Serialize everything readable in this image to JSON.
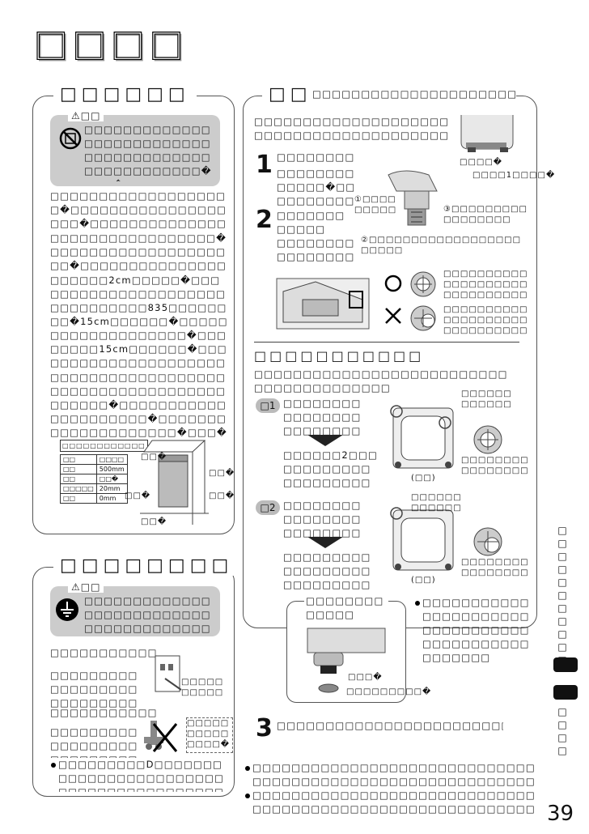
{
  "page": {
    "title": "□□□□",
    "page_number": "39"
  },
  "left_top": {
    "title": "□□□□□□",
    "warning_label": "⚠□□",
    "warning_text": "□□□□□□□□□□□□□□□□□□□□□□□□□□□□□□□□□□□□□□□□□□□□□□□□□□□�□□□�",
    "bullets": [
      "□□□□□□□□□□□□□□□□□□□�□□□□□□□□□□□□□□□□□□□�□□□□□□□□□□□□□□□□�",
      "□□□□□□□□□□□□□□□□□�□□□□□□□□□□□□□□□□□□□□�□□□□□□□□□□□□□□□□�",
      "□□□□□□2cm□□□□□�□□□□□□□□□□□□□□□□□□□□□□□□□□�",
      "□□□□□□□□□□835□□□□□□□□�15cm□□□□□□�□□□□□□□□□□□□□□□□□□□�□□□□□□□□15cm□□□□□□�□□□□□□□□□□□□□□□□□□□□□�",
      "□□□□□□□□□□□□□□□□□□□□□□□□□□□□□□□□□□□□□□□□□□�□□□□□□□□□□□□□□□□□□□□□�□□□□□□□□□□□□□□□□□□□□�□□□�"
    ],
    "spec_note": "□□□□□□□□□□□□",
    "spec_rows": [
      [
        "□□",
        "□□□□"
      ],
      [
        "□□",
        "500mm"
      ],
      [
        "□□",
        "□□�"
      ],
      [
        "□□□□□",
        "20mm"
      ],
      [
        "□□",
        "0mm"
      ]
    ],
    "diagram_labels": [
      "□□�",
      "□□�",
      "□□�",
      "□□�",
      "□□�"
    ]
  },
  "left_bottom": {
    "title": "□□□□□□□□",
    "warning_label": "⚠□□",
    "warning_text": "□□□□□□□□□□□□□□□□□□□□□□□□□□□□□□□□□□□□□□□□□□□□□□□□□□□□□�",
    "section1": "□□□□□□□□□□□",
    "section1_text": "□□□□□□□□□□□□□□□□□□□□□□□□□□□□□�",
    "section1_label": "□□□□□□□□□□□□□□□�",
    "section2": "□□□□□□□□□□□",
    "section2_text": "□□□□□□□□□□□□□□□□□□□□□□□□□□□□□□�",
    "section2_label": "□□□□□□□□□□□□□□�",
    "bullet": "□□□□□□□□□D□□□□□□□□□□□□□□□□□□□□□□□□□□□□□□□□□□□□□□□□□□□□□□□□□□□□□□□�"
  },
  "right": {
    "title": "□□",
    "subtitle": "□□□□□□□□□□□□□□□□□□□□□□□",
    "intro": "□□□□□□□□□□□□□□□□□□□□□□□□□□□□□□□□□□□□□□□□□□□□□□□□",
    "step1_title": "□□□□□□□□□",
    "step1_text": "□□□□□□□□□□□□□�□□□□□□□□□□□□�□□□□□□□□□□□□□□□□�",
    "step2_title": "□□□□□□□□□□□□",
    "step2_text": "□□□□□□□□□□□□□□□□□□□□□□□□�",
    "step3_text": "□□□□□□□□□□□□□□□□□□□□□□□□□□□□□□□□",
    "foot_label_1": "□□□□�",
    "foot_label_2": "□□□□1□□□□�",
    "circle_label_1": "①□□□□□□□□□",
    "circle_label_2": "②□□□□□□□□□□□□□□□□□□□□□□□",
    "circle_label_3": "③□□□□□□□□□□□□□□□□□",
    "good_text": "□□□□□□□□□□□□□□□□□□□□□□□□□□□□□□□□□□□",
    "bad_text": "□□□□□□□□□□□□□□□□□□□□□□□□□□□□□□□□□□□□□",
    "level_title": "□□□□□□□□□□□",
    "level_intro": "□□□□□□□□□□□□□□□□□□□□□□□□□□□□□□□□□□□□□□□□",
    "ex1_label": "□1",
    "ex1_text": "□□□□□□□□□□□□□□□□□□□□□□□□□□□□□□□□□□",
    "ex1_result": "□□□□□□2□□□□□□□□□□□□□□□□□□□□□□□□□□□□□□",
    "ex1_note": "□□□□□□□□□□□□□□□□□□□□□□",
    "ex1_caption": "(□□)",
    "ex2_label": "□2",
    "ex2_text": "□□□□□□□□□□□□□□□□□□□□□□□□□□□□□□□□",
    "ex2_result": "□□□□□□□□□□□□□□□□□□□□□□□□□□□□□□□□",
    "ex2_note": "□□□□□□□□□□□□□□□□□□□□□□",
    "ex2_caption": "(□□)",
    "box_title": "□□□□□□□□□□□□□",
    "box_label_1": "□□□�",
    "box_label_2": "□□□□□□□□□�",
    "box_bullet": "□□□□□□□□□□□□□□□□□□□□□□□□□□□□□□□□□□□□□□□□□□□□□□□□□□□",
    "bottom_bullet_1": "□□□□□□□□□□□□□□□□□□□□□□□□□□□□□□□□□□□□□□□□□□□□□□□□□□□□□□□□□□□□□□□□□□",
    "bottom_bullet_2": "□□□□□□□□□□□□□□□□□□□□□□□□□□□□□□□□□□□□□□□□□□□□□□□□□□□□□□□□□□□□□□□□□□�"
  },
  "sidebar": {
    "vertical_text_1": "□□□□□□□□□□□□□□□□",
    "vertical_text_2": "□□□□□"
  }
}
